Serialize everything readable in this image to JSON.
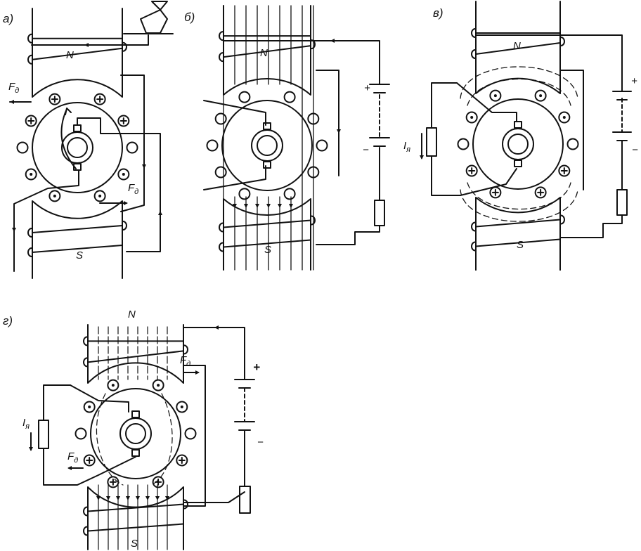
{
  "panels": [
    {
      "id": "a",
      "letter": "а)",
      "north": "N",
      "south": "S"
    },
    {
      "id": "b",
      "letter": "б)",
      "north": "N",
      "south": "S"
    },
    {
      "id": "v",
      "letter": "в)",
      "north": "N",
      "south": "S"
    },
    {
      "id": "g",
      "letter": "г)",
      "north": "N",
      "south": "S"
    }
  ],
  "force": {
    "symbol": "F",
    "subscript": "д"
  },
  "current": {
    "symbol": "I",
    "subscript": "я"
  },
  "battery": {
    "plus": "+",
    "minus": "−"
  },
  "colors": {
    "ink": "#111111",
    "paper": "#ffffff"
  }
}
